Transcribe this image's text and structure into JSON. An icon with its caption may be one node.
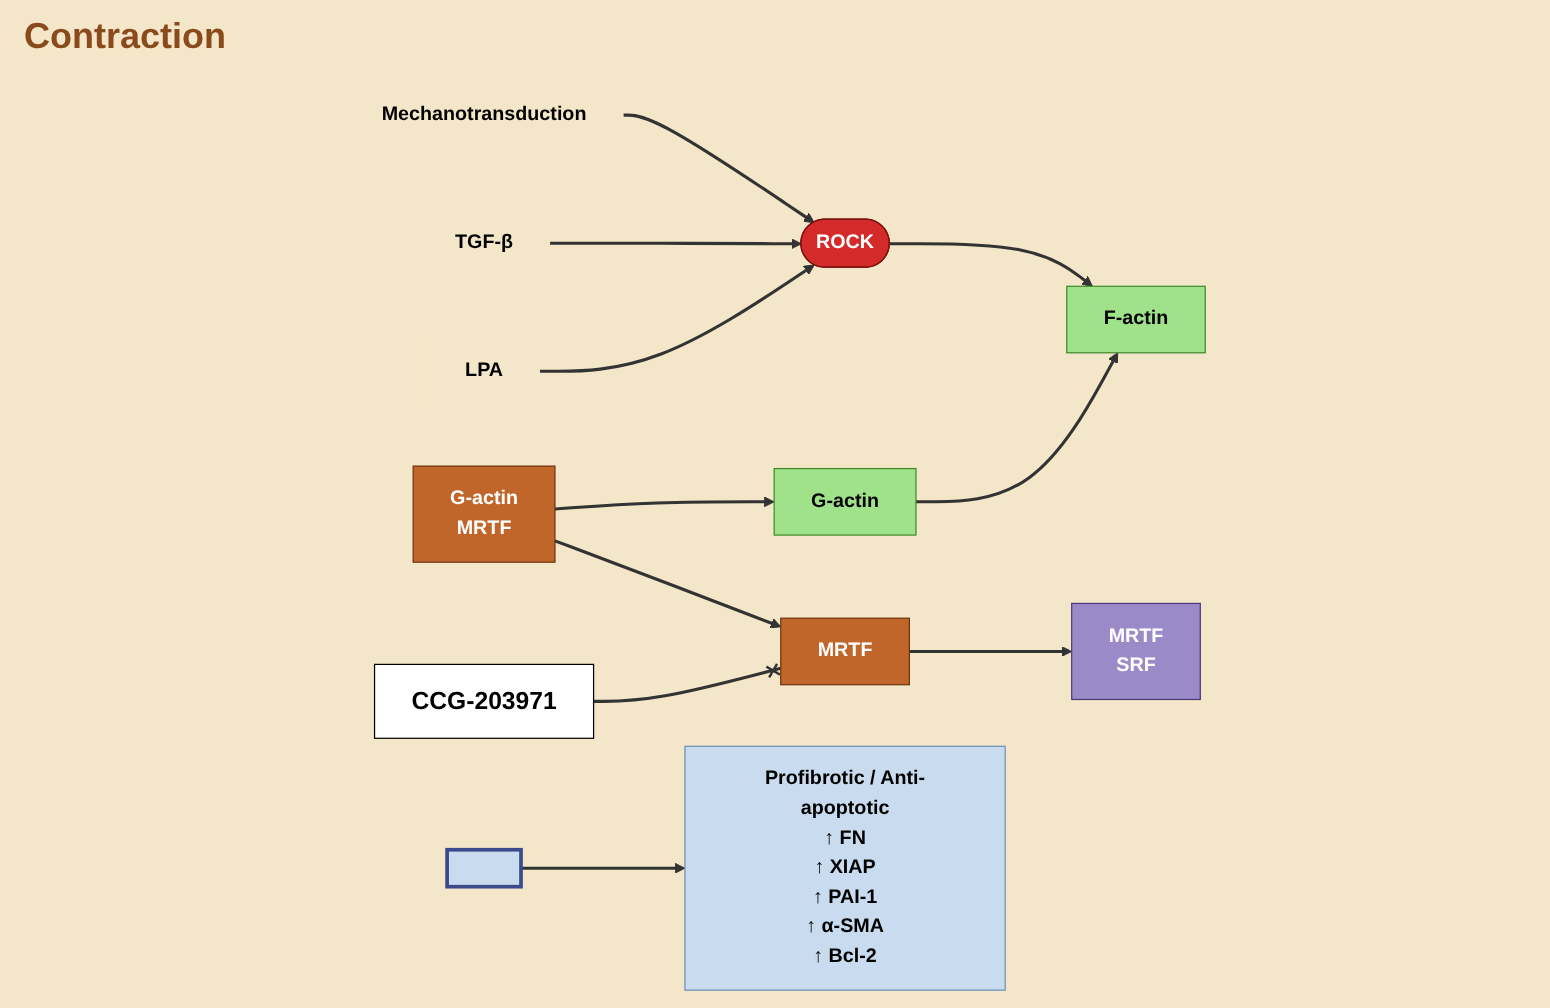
{
  "diagram": {
    "nodes": [
      {
        "text": [
          "Mechanotransduction"
        ]
      },
      {
        "text": [
          "TGF-β"
        ]
      },
      {
        "text": [
          "LPA"
        ]
      },
      {
        "text": [
          "ROCK"
        ]
      },
      {
        "text": [
          "F-actin"
        ]
      },
      {
        "text": [
          "G-actin"
        ]
      },
      {
        "text": [
          "G-actin",
          "MRTF"
        ]
      },
      {
        "text": [
          "MRTF"
        ]
      },
      {
        "text": [
          "CCG-203971"
        ]
      },
      {
        "text": [
          "MRTF",
          "SRF"
        ]
      },
      {
        "text": [],
        "shape": "box"
      },
      {
        "text": [
          "Profibrotic / Anti-apoptotic",
          "↑ FN",
          "↑ XIAP",
          "↑ PAI-1",
          "↑ α-SMA",
          "↑ Bcl-2"
        ]
      }
    ],
    "edges": [
      {
        "from": 0,
        "to": 3,
        "arrow": "to"
      },
      {
        "from": 1,
        "to": 3,
        "arrow": "to"
      },
      {
        "from": 2,
        "to": 3,
        "arrow": "to"
      },
      {
        "from": 3,
        "to": 4,
        "arrow": "to"
      },
      {
        "from": 5,
        "to": 4,
        "arrow": "to"
      },
      {
        "from": 6,
        "to": 5,
        "arrow": "to"
      },
      {
        "from": 6,
        "to": 7,
        "arrow": "to"
      },
      {
        "from": 7,
        "to": 9,
        "arrow": "to"
      },
      {
        "from": 8,
        "to": 7,
        "arrow": "other"
      },
      {
        "from": 10,
        "to": 11,
        "arrow": "to"
      }
    ],
    "labels": [
      "Contraction"
    ]
  }
}
